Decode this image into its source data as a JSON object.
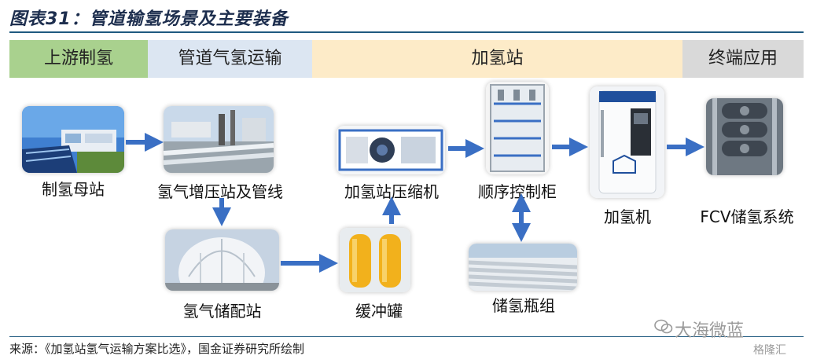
{
  "title": "图表31：管道输氢场景及主要装备",
  "stages": [
    "上游制氢",
    "管道气氢运输",
    "加氢站",
    "终端应用"
  ],
  "nodes": {
    "production": "制氢母站",
    "compression": "氢气增压站及管线",
    "distribution": "氢气储配站",
    "buffer": "缓冲罐",
    "compressor": "加氢站压缩机",
    "control": "顺序控制柜",
    "storage": "储氢瓶组",
    "dispenser": "加氢机",
    "fcv": "FCV储氢系统"
  },
  "source": "来源：《加氢站氢气运输方案比选》，国金证券研究所绘制",
  "watermark": "大海微蓝",
  "watermark2": "格隆汇",
  "colors": {
    "arrow": "#3a6fc4",
    "stage1": "#a9d18e",
    "stage2": "#dce6f2",
    "stage3": "#fdebc8",
    "stage4": "#d9d9d9",
    "title": "#1d2e4e"
  }
}
